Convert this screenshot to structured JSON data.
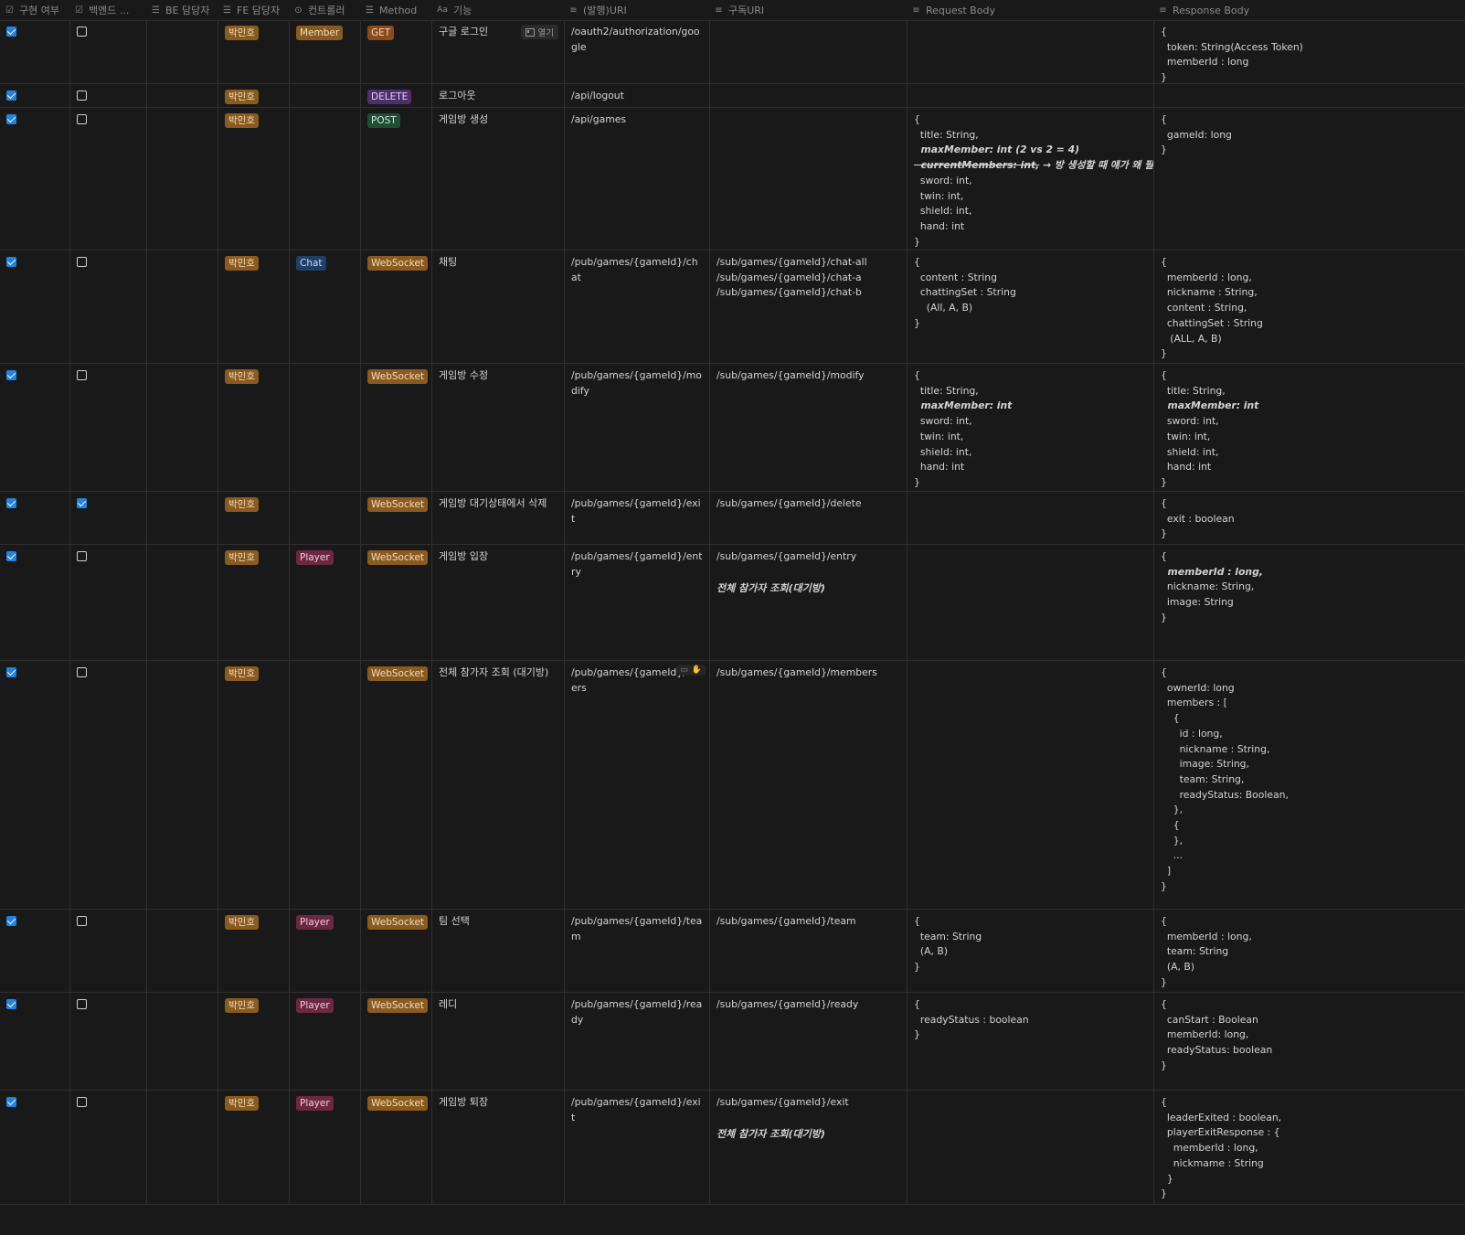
{
  "columns": [
    {
      "key": "done",
      "label": "구현 여부",
      "icon": "checkbox-icon"
    },
    {
      "key": "backend",
      "label": "백엔드 ...",
      "icon": "checkbox-icon"
    },
    {
      "key": "be_owner",
      "label": "BE 담당자",
      "icon": "list-icon"
    },
    {
      "key": "fe_owner",
      "label": "FE 담당자",
      "icon": "list-icon"
    },
    {
      "key": "controller",
      "label": "컨트롤러",
      "icon": "select-icon"
    },
    {
      "key": "method",
      "label": "Method",
      "icon": "list-icon"
    },
    {
      "key": "feature",
      "label": "기능",
      "icon": "title-icon"
    },
    {
      "key": "pub_uri",
      "label": "(발행)URI",
      "icon": "text-icon"
    },
    {
      "key": "sub_uri",
      "label": "구독URI",
      "icon": "text-icon"
    },
    {
      "key": "request",
      "label": "Request Body",
      "icon": "text-icon"
    },
    {
      "key": "response",
      "label": "Response Body",
      "icon": "text-icon"
    }
  ],
  "title_icon_text": "Aa",
  "open_button_label": "열기",
  "tag_colors": {
    "박민호": {
      "bg": "#8a5a1e",
      "fg": "#f1dcc0"
    },
    "Member": {
      "bg": "#8a5a1e",
      "fg": "#f1dcc0"
    },
    "Chat": {
      "bg": "#1f3f66",
      "fg": "#c8dcf5"
    },
    "Player": {
      "bg": "#6b2840",
      "fg": "#f0cedb"
    },
    "GET": {
      "bg": "#8a4a1a",
      "fg": "#f3d7bf"
    },
    "DELETE": {
      "bg": "#4e2f6e",
      "fg": "#e0d0f2"
    },
    "POST": {
      "bg": "#1f4d36",
      "fg": "#cfe9db"
    },
    "WebSocket": {
      "bg": "#8a5a1e",
      "fg": "#f1dcc0"
    }
  },
  "rows": [
    {
      "done": true,
      "backend": false,
      "be_owner": "",
      "fe_owner": "박민호",
      "controller": "Member",
      "method": "GET",
      "feature": "구글 로그인",
      "feature_open": true,
      "pub_uri": "/oauth2/authorization/google",
      "sub_uri": "",
      "sub_note": "",
      "request": [],
      "response": [
        {
          "t": "{"
        },
        {
          "t": "  token: String(Access Token)"
        },
        {
          "t": "  memberId : long"
        },
        {
          "t": "}"
        }
      ]
    },
    {
      "done": true,
      "backend": false,
      "be_owner": "",
      "fe_owner": "박민호",
      "controller": "",
      "method": "DELETE",
      "feature": "로그아웃",
      "pub_uri": "/api/logout",
      "sub_uri": "",
      "sub_note": "",
      "request": [],
      "response": []
    },
    {
      "done": true,
      "backend": false,
      "be_owner": "",
      "fe_owner": "박민호",
      "controller": "",
      "method": "POST",
      "feature": "게임방 생성",
      "pub_uri": "/api/games",
      "sub_uri": "",
      "sub_note": "",
      "request": [
        {
          "t": "{"
        },
        {
          "t": "  title: String,"
        },
        {
          "t": "  maxMember: int (2 vs 2 = 4)",
          "s": "bi"
        },
        {
          "t": "  currentMembers: int,",
          "s": "bi-strike",
          "after": " → 방 생성할 때 얘가 왜 필요?"
        },
        {
          "t": "  sword: int,"
        },
        {
          "t": "  twin: int,"
        },
        {
          "t": "  shield: int,"
        },
        {
          "t": "  hand: int"
        },
        {
          "t": "}"
        }
      ],
      "response": [
        {
          "t": "{"
        },
        {
          "t": "  gameId: long"
        },
        {
          "t": "}"
        }
      ]
    },
    {
      "done": true,
      "backend": false,
      "be_owner": "",
      "fe_owner": "박민호",
      "controller": "Chat",
      "method": "WebSocket",
      "feature": "채팅",
      "pub_uri": "/pub/games/{gameId}/chat",
      "sub_uri": "/sub/games/{gameId}/chat-all\n/sub/games/{gameId}/chat-a\n/sub/games/{gameId}/chat-b",
      "sub_note": "",
      "request": [
        {
          "t": "{"
        },
        {
          "t": "  content : String"
        },
        {
          "t": "  chattingSet : String"
        },
        {
          "t": "    (All, A, B)"
        },
        {
          "t": "}"
        }
      ],
      "response": [
        {
          "t": "{"
        },
        {
          "t": "  memberId : long,"
        },
        {
          "t": "  nickname : String,"
        },
        {
          "t": "  content : String,"
        },
        {
          "t": "  chattingSet : String"
        },
        {
          "t": "   (ALL, A, B)"
        },
        {
          "t": "}"
        }
      ]
    },
    {
      "done": true,
      "backend": false,
      "be_owner": "",
      "fe_owner": "박민호",
      "controller": "",
      "method": "WebSocket",
      "feature": "게임방 수정",
      "pub_uri": "/pub/games/{gameId}/modify",
      "sub_uri": "/sub/games/{gameId}/modify",
      "sub_note": "",
      "request": [
        {
          "t": "{"
        },
        {
          "t": "  title: String,"
        },
        {
          "t": "  maxMember: int",
          "s": "bi"
        },
        {
          "t": "  sword: int,"
        },
        {
          "t": "  twin: int,"
        },
        {
          "t": "  shield: int,"
        },
        {
          "t": "  hand: int"
        },
        {
          "t": "}"
        }
      ],
      "response": [
        {
          "t": "{"
        },
        {
          "t": "  title: String,"
        },
        {
          "t": "  maxMember: int",
          "s": "bi"
        },
        {
          "t": "  sword: int,"
        },
        {
          "t": "  twin: int,"
        },
        {
          "t": "  shield: int,"
        },
        {
          "t": "  hand: int"
        },
        {
          "t": "}"
        }
      ]
    },
    {
      "done": true,
      "backend": true,
      "be_owner": "",
      "fe_owner": "박민호",
      "controller": "",
      "method": "WebSocket",
      "feature": "게임방 대기상태에서 삭제",
      "pub_uri": "/pub/games/{gameId}/exit",
      "sub_uri": "/sub/games/{gameId}/delete",
      "sub_note": "",
      "request": [],
      "response": [
        {
          "t": "{"
        },
        {
          "t": "  exit : boolean"
        },
        {
          "t": "}"
        }
      ]
    },
    {
      "done": true,
      "backend": false,
      "be_owner": "",
      "fe_owner": "박민호",
      "controller": "Player",
      "method": "WebSocket",
      "feature": "게임방 입장",
      "pub_uri": "/pub/games/{gameId}/entry",
      "sub_uri": "/sub/games/{gameId}/entry",
      "sub_note": "전체 참가자 조회(대기방)",
      "request": [],
      "response": [
        {
          "t": "{"
        },
        {
          "t": "  memberId : long,",
          "s": "bi"
        },
        {
          "t": "  nickname: String,"
        },
        {
          "t": "  image: String"
        },
        {
          "t": "}"
        }
      ]
    },
    {
      "done": true,
      "backend": false,
      "be_owner": "",
      "fe_owner": "박민호",
      "controller": "",
      "method": "WebSocket",
      "feature": "전체 참가자 조회 (대기방)",
      "pub_uri": "/pub/games/{gameId}/\ners",
      "pub_hover_icons": true,
      "sub_uri": "/sub/games/{gameId}/members",
      "sub_note": "",
      "request": [],
      "response": [
        {
          "t": "{"
        },
        {
          "t": "  ownerId: long"
        },
        {
          "t": "  members : ["
        },
        {
          "t": "    {"
        },
        {
          "t": "      id : long,"
        },
        {
          "t": "      nickname : String,"
        },
        {
          "t": "      image: String,"
        },
        {
          "t": "      team: String,"
        },
        {
          "t": "      readyStatus: Boolean,"
        },
        {
          "t": "    },"
        },
        {
          "t": "    {"
        },
        {
          "t": "    },"
        },
        {
          "t": "    ..."
        },
        {
          "t": "  ]"
        },
        {
          "t": "}"
        }
      ]
    },
    {
      "done": true,
      "backend": false,
      "be_owner": "",
      "fe_owner": "박민호",
      "controller": "Player",
      "method": "WebSocket",
      "feature": "팀 선택",
      "pub_uri": "/pub/games/{gameId}/team",
      "sub_uri": "/sub/games/{gameId}/team",
      "sub_note": "",
      "request": [
        {
          "t": "{"
        },
        {
          "t": "  team: String"
        },
        {
          "t": "  (A, B)"
        },
        {
          "t": "}"
        }
      ],
      "response": [
        {
          "t": "{"
        },
        {
          "t": "  memberId : long,"
        },
        {
          "t": "  team: String"
        },
        {
          "t": "  (A, B)"
        },
        {
          "t": "}"
        }
      ]
    },
    {
      "done": true,
      "backend": false,
      "be_owner": "",
      "fe_owner": "박민호",
      "controller": "Player",
      "method": "WebSocket",
      "feature": "레디",
      "pub_uri": "/pub/games/{gameId}/ready",
      "sub_uri": "/sub/games/{gameId}/ready",
      "sub_note": "",
      "request": [
        {
          "t": "{"
        },
        {
          "t": "  readyStatus : boolean"
        },
        {
          "t": "}"
        }
      ],
      "response": [
        {
          "t": "{"
        },
        {
          "t": "  canStart : Boolean"
        },
        {
          "t": "  memberId: long,"
        },
        {
          "t": "  readyStatus: boolean"
        },
        {
          "t": "}"
        }
      ]
    },
    {
      "done": true,
      "backend": false,
      "be_owner": "",
      "fe_owner": "박민호",
      "controller": "Player",
      "method": "WebSocket",
      "feature": "게임방 퇴장",
      "pub_uri": "/pub/games/{gameId}/exit",
      "sub_uri": "/sub/games/{gameId}/exit",
      "sub_note": "전체 참가자 조회(대기방)",
      "request": [],
      "response": [
        {
          "t": "{"
        },
        {
          "t": "  leaderExited : boolean,"
        },
        {
          "t": "  playerExitResponse : {"
        },
        {
          "t": "    memberId : long,"
        },
        {
          "t": "    nickmame : String"
        },
        {
          "t": "  }"
        },
        {
          "t": "}"
        }
      ]
    }
  ]
}
